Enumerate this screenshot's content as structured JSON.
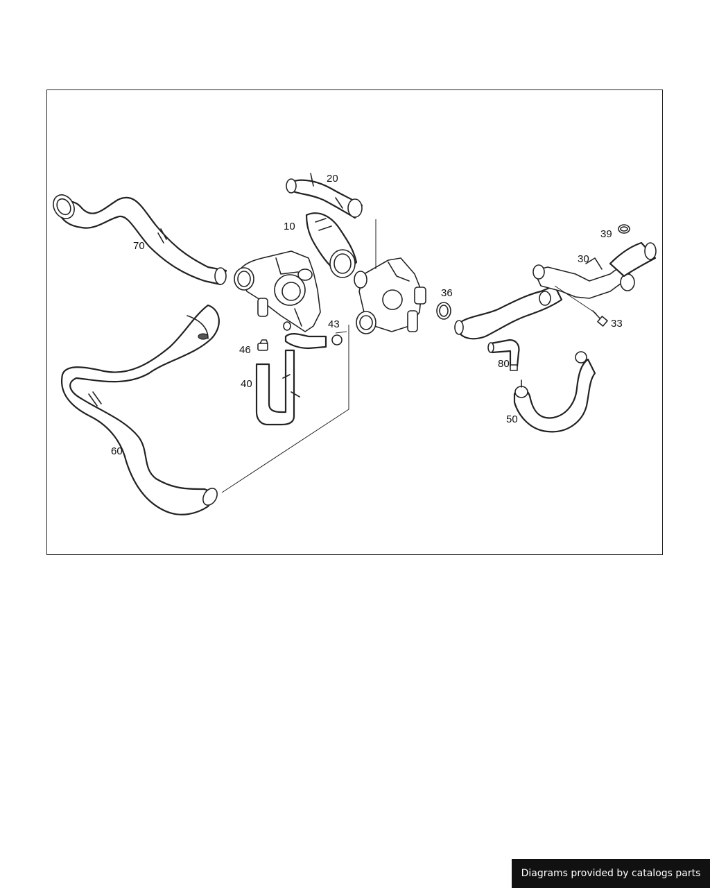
{
  "diagram": {
    "callouts": {
      "p10": "10",
      "p20": "20",
      "p30": "30",
      "p33": "33",
      "p36": "36",
      "p39": "39",
      "p40": "40",
      "p43": "43",
      "p46": "46",
      "p50": "50",
      "p60": "60",
      "p70": "70",
      "p80": "80"
    }
  },
  "footer": {
    "credit": "Diagrams provided by catalogs parts"
  },
  "colors": {
    "line": "#222222",
    "banner_bg": "#111111",
    "banner_text": "#ffffff"
  }
}
